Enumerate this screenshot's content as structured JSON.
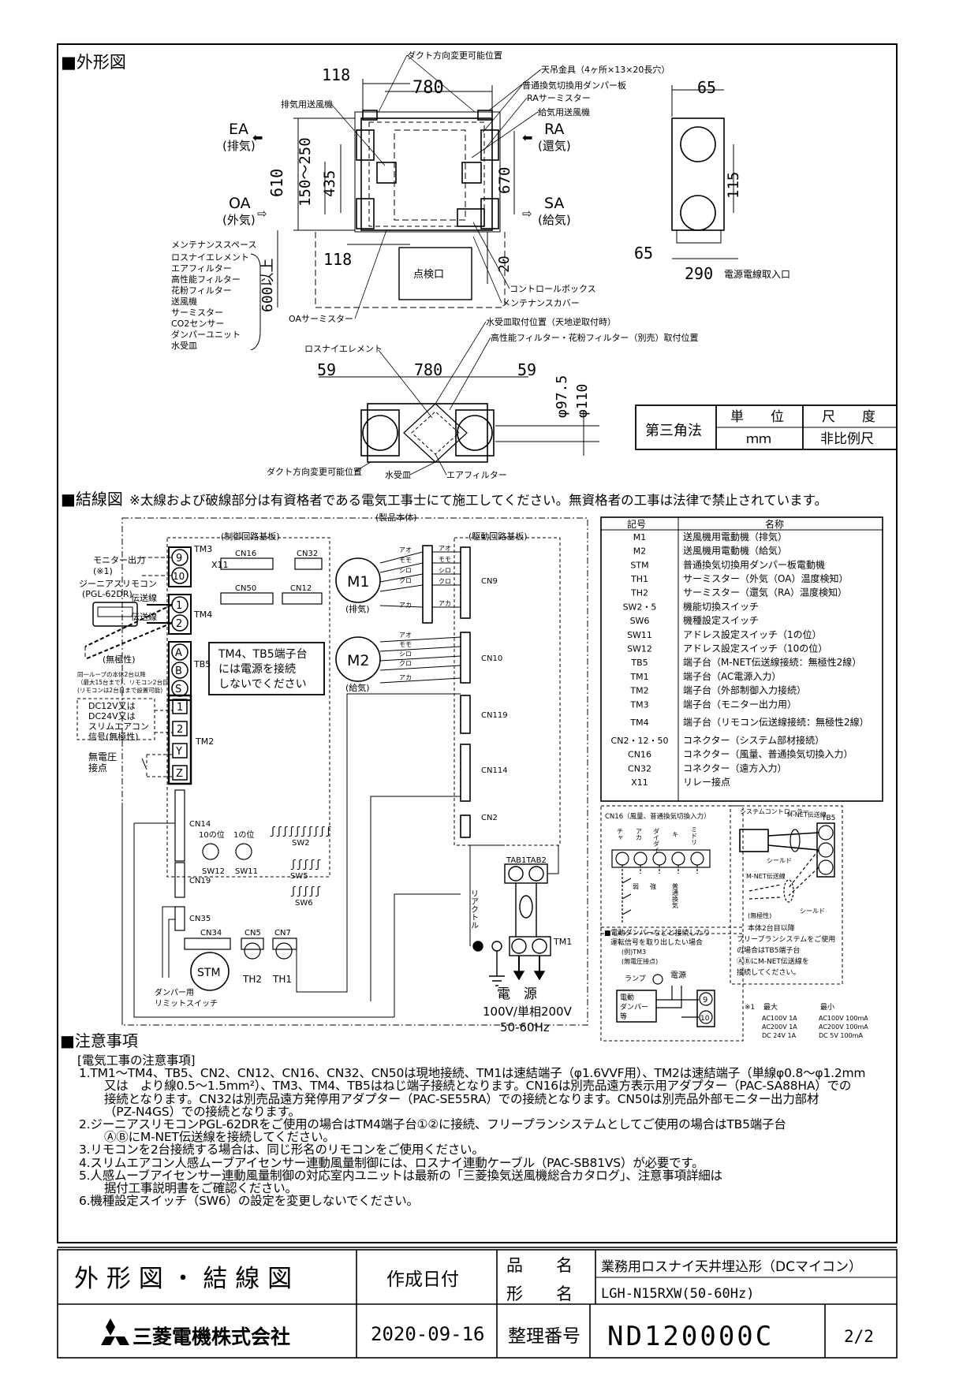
{
  "sections": {
    "outline": "■外形図",
    "wiring": "■結線図",
    "wiring_warning": "※太線および破線部分は有資格者である電気工事士にて施工してください。無資格者の工事は法律で禁止されています。",
    "notes": "■注意事項"
  },
  "outline": {
    "dims": {
      "d118a": "118",
      "d780": "780",
      "d65": "65",
      "d610": "610",
      "d150_250": "150～250",
      "d435": "435",
      "d670": "670",
      "d115": "115",
      "d118b": "118",
      "d20": "20",
      "d65b": "65",
      "d290": "290",
      "d600": "600以上",
      "d59a": "59",
      "d780b": "780",
      "d59b": "59",
      "d975": "φ97.5",
      "d110": "φ110"
    },
    "labels": {
      "duct_change": "ダクト方向変更可能位置",
      "hanger": "天吊金具（4ヶ所×13×20長穴）",
      "damper_plate": "普通換気切換用ダンパー板",
      "ra_thermistor": "RAサーミスター",
      "supply_fan": "給気用送風機",
      "exhaust_fan": "排気用送風機",
      "ea": "EA",
      "ea_sub": "(排気)",
      "oa": "OA",
      "oa_sub": "(外気)",
      "ra": "RA",
      "ra_sub": "(還気)",
      "sa": "SA",
      "sa_sub": "(給気)",
      "inspection": "点検口",
      "control_box": "コントロールボックス",
      "maint_cover": "メンテナンスカバー",
      "oa_thermistor": "OAサーミスター",
      "power_inlet": "電源電線取入口",
      "element": "ロスナイエレメント",
      "drain_pan_pos": "水受皿取付位置（天地逆取付時）",
      "filter_pos": "高性能フィルター・花粉フィルター（別売）取付位置",
      "duct_change2": "ダクト方向変更可能位置",
      "drain_pan": "水受皿",
      "air_filter": "エアフィルター"
    },
    "maintenance_space": [
      "メンテナンススペース",
      "ロスナイエレメント",
      "エアフィルター",
      "高性能フィルター",
      "花粉フィルター",
      "送風機",
      "サーミスター",
      "CO2センサー",
      "ダンパーユニット",
      "水受皿"
    ]
  },
  "angle_table": {
    "method": "第三角法",
    "unit_label": "単　　位",
    "scale_label": "尺　　度",
    "unit_value": "ｍｍ",
    "scale_value": "非比例尺"
  },
  "wiring": {
    "product_body": "(製品本体)",
    "control_board": "(制御回路基板)",
    "drive_board": "(駆動回路基板)",
    "monitor_out": "モニター出力",
    "monitor_note": "(※1)",
    "remote": "ジーニアスリモコン",
    "remote_model": "(PGL-62DR)",
    "trans_line": "伝送線",
    "nonpolar": "(無極性)",
    "remote_note": [
      "同一ループの本体2台以降",
      "（最大15台まで）、リモコン2台目",
      "(リモコンは2台目まで設置可能)"
    ],
    "dc_note": [
      "DC12V又は",
      "DC24V又は",
      "スリムエアコン",
      "信号(無極性)"
    ],
    "dry_contact": [
      "無電圧",
      "接点"
    ],
    "warning_box": [
      "TM4、TB5端子台",
      "には電源を接続",
      "しないでください"
    ],
    "m1": "M1",
    "m1_sub": "(排気)",
    "m2": "M2",
    "m2_sub": "(給気)",
    "wire_colors": [
      "アオ",
      "モモ",
      "シロ",
      "クロ",
      "アカ"
    ],
    "terms": [
      "9",
      "10",
      "1",
      "2",
      "A",
      "B",
      "S",
      "1",
      "2",
      "Y",
      "Z"
    ],
    "names": {
      "tm3": "TM3",
      "x11": "X11",
      "tm4": "TM4",
      "tb5": "TB5",
      "tm2": "TM2",
      "cn16": "CN16",
      "cn32": "CN32",
      "cn50": "CN50",
      "cn12": "CN12",
      "cn9": "CN9",
      "cn10": "CN10",
      "cn119": "CN119",
      "cn114": "CN114",
      "cn2": "CN2",
      "cn14": "CN14",
      "cn19": "CN19",
      "cn35": "CN35",
      "cn34": "CN34",
      "cn5": "CN5",
      "cn7": "CN7",
      "sw12": "SW12",
      "sw11": "SW11",
      "sw2": "SW2",
      "sw5": "SW5",
      "sw6": "SW6",
      "pos10": "10の位",
      "pos1": "1の位",
      "stm": "STM",
      "th1": "TH1",
      "th2": "TH2",
      "damper_switch": [
        "ダンパー用",
        "リミットスイッチ"
      ],
      "tab1": "TAB1",
      "tab2": "TAB2",
      "reactor": "リアクトル",
      "tm1": "TM1"
    },
    "power": [
      "電　源",
      "100V/単相200V",
      "50-60Hz"
    ]
  },
  "legend": {
    "headers": [
      "記号",
      "名称"
    ],
    "rows": [
      [
        "M1",
        "送風機用電動機（排気）"
      ],
      [
        "M2",
        "送風機用電動機（給気）"
      ],
      [
        "STM",
        "普通換気切換用ダンパー板電動機"
      ],
      [
        "TH1",
        "サーミスター（外気（OA）温度検知）"
      ],
      [
        "TH2",
        "サーミスター（還気（RA）温度検知）"
      ],
      [
        "SW2・5",
        "機能切換スイッチ"
      ],
      [
        "SW6",
        "機種設定スイッチ"
      ],
      [
        "SW11",
        "アドレス設定スイッチ（1の位）"
      ],
      [
        "SW12",
        "アドレス設定スイッチ（10の位）"
      ],
      [
        "TB5",
        "端子台（M-NET伝送線接続：無極性2線）"
      ],
      [
        "TM1",
        "端子台（AC電源入力）"
      ],
      [
        "TM2",
        "端子台（外部制御入力接続）"
      ],
      [
        "TM3",
        "端子台（モニター出力用）"
      ],
      [
        "TM4",
        "端子台（リモコン伝送線接続：無極性2線）"
      ],
      [
        "CN2・12・50",
        "コネクター（システム部材接続）"
      ],
      [
        "CN16",
        "コネクター（風量、普通換気切換入力）"
      ],
      [
        "CN32",
        "コネクター（遠方入力）"
      ],
      [
        "X11",
        "リレー接点"
      ]
    ]
  },
  "sub_diagrams": {
    "cn16_title": "CN16（風量、普通換気切換入力）",
    "cn16_pins": [
      "チャ",
      "アカ",
      "ダイダイ",
      "キ",
      "ミドリ"
    ],
    "cn16_labels": [
      "弱",
      "強",
      "普通換気"
    ],
    "system_ctrl": "システムコントローラー",
    "mnet": "M-NET伝送線",
    "tb5": "TB5",
    "shield": "シールド",
    "nonpolar": "(無極性)",
    "tb5_note": [
      "本体2台目以降",
      "フリープランシステムをご使用",
      "の場合はTB5端子台",
      "ⒶⒷにM-NET伝送線を",
      "接続してください。"
    ],
    "damper_note": [
      "■電動ダンパーなどと接続したり",
      "運転信号を取り出したい場合",
      "(例)TM3",
      "(無電圧接点)"
    ],
    "lamp": "ランプ",
    "power": "電源",
    "damper_box": [
      "電動",
      "ダンパー",
      "等"
    ],
    "max_min": {
      "note": "※1",
      "max_label": "最大",
      "min_label": "最小",
      "max": [
        "AC100V 1A",
        "AC200V 1A",
        "DC 24V 1A"
      ],
      "min": [
        "AC100V 100mA",
        "AC200V 100mA",
        "DC 5V 100mA"
      ]
    }
  },
  "notes": {
    "heading": "[電気工事の注意事項]",
    "lines": [
      "1.TM1～TM4、TB5、CN2、CN12、CN16、CN32、CN50は現地接続、TM1は速結端子（φ1.6VVF用）、TM2は速結端子（単線φ0.8～φ1.2mm",
      "又は　より線0.5～1.5mm²）、TM3、TM4、TB5はねじ端子接続となります。CN16は別売品遠方表示用アダプター（PAC-SA88HA）での",
      "接続となります。CN32は別売品遠方発停用アダプター（PAC-SE55RA）での接続となります。CN50は別売品外部モニター出力部材",
      "（PZ-N4GS）での接続となります。",
      "2.ジーニアスリモコンPGL-62DRをご使用の場合はTM4端子台①②に接続、フリープランシステムとしてご使用の場合はTB5端子台",
      "ⒶⒷにM-NET伝送線を接続してください。",
      "3.リモコンを2台接続する場合は、同じ形名のリモコンをご使用ください。",
      "4.スリムエアコン人感ムーブアイセンサー連動風量制御には、ロスナイ連動ケーブル（PAC-SB81VS）が必要です。",
      "5.人感ムーブアイセンサー連動風量制御の対応室内ユニットは最新の「三菱換気送風機総合カタログ」、注意事項詳細は",
      "据付工事説明書をご確認ください。",
      "6.機種設定スイッチ（SW6）の設定を変更しないでください。"
    ]
  },
  "title_block": {
    "title": "外 形 図 ・ 結 線 図",
    "created_label": "作成日付",
    "created_date": "2020-09-16",
    "product_label": "品　　名",
    "model_label": "形　　名",
    "product_name": "業務用ロスナイ天井埋込形（DCマイコン）",
    "model_name": "LGH-N15RXW(50-60Hz)",
    "company": "三菱電機株式会社",
    "ref_label": "整理番号",
    "ref_no": "ND120000C",
    "page": "2/2"
  }
}
